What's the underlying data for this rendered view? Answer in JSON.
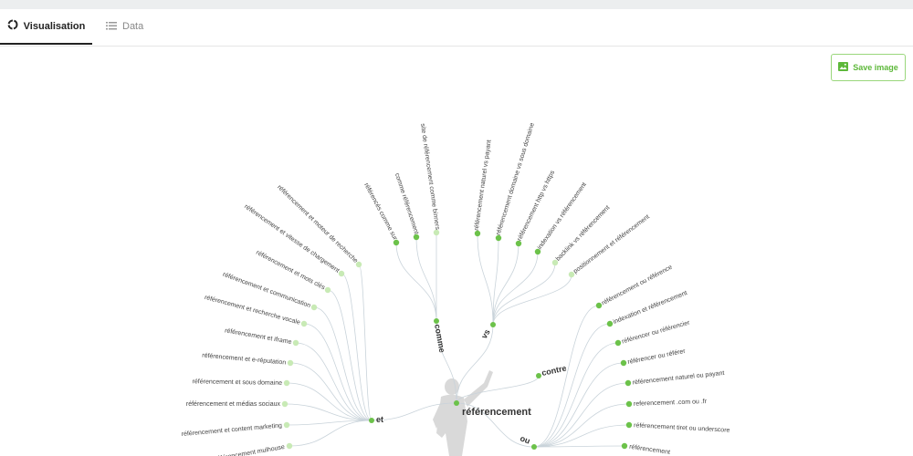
{
  "tabs": [
    {
      "label": "Visualisation",
      "icon": "circle-loader-icon",
      "active": true
    },
    {
      "label": "Data",
      "icon": "list-icon",
      "active": false
    }
  ],
  "save_button": {
    "label": "Save image",
    "icon": "image-icon",
    "color": "#5db83a"
  },
  "graph": {
    "root": "référencement",
    "colors": {
      "edge": "#c9d3da",
      "node_strong": "#6cc24a",
      "node_light": "#c8eab5",
      "silhouette": "#d9d9d9"
    },
    "hubs": [
      {
        "label": "comme",
        "children": [
          "référencés comme sur",
          "comme référencement",
          "site de référencement comme binners"
        ]
      },
      {
        "label": "vs",
        "children": [
          "référencement naturel vs payant",
          "référencement domaine vs sous domaine",
          "référencement http vs https",
          "indexation vs référencement",
          "backlink vs référencement",
          "positionnement et référencement"
        ]
      },
      {
        "label": "contre",
        "children": []
      },
      {
        "label": "et",
        "children": [
          "référencement et moteur de recherche",
          "référencement et vitesse de chargement",
          "référencement et mots clés",
          "référencement et communication",
          "référencement et recherche vocale",
          "référencement et iframe",
          "référencement et e-réputation",
          "référencement et sous domaine",
          "référencement et médias sociaux",
          "référencement et content marketing",
          "référencement mulhouse"
        ]
      },
      {
        "label": "ou",
        "children": [
          "référencement ou référence",
          "indexation et référencement",
          "référencer ou référencier",
          "référencer ou référer",
          "référencement naturel ou payant",
          "referencement .com ou .fr",
          "référencement tiret ou underscore",
          "référencement"
        ]
      }
    ]
  }
}
